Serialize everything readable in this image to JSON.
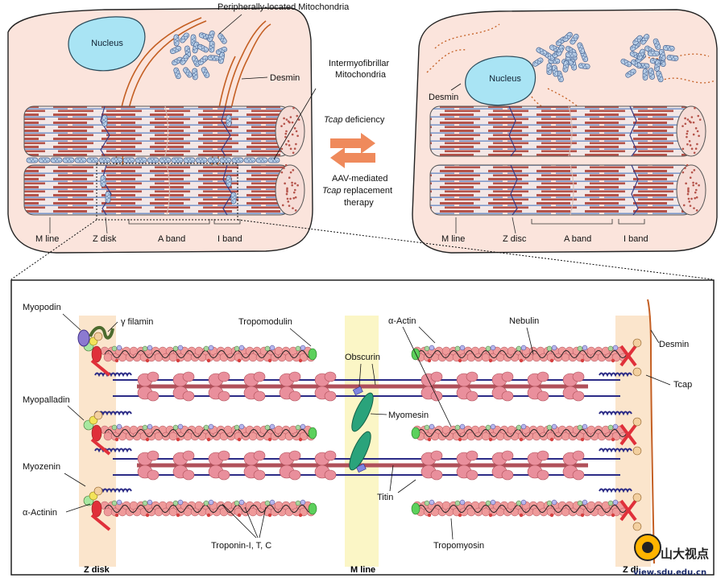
{
  "left_cell": {
    "labels": {
      "peripheral_mito": "Peripherally-located Mitochondria",
      "nucleus": "Nucleus",
      "desmin": "Desmin",
      "intermyo_1": "Intermyofibrillar",
      "intermyo_2": "Mitochondria",
      "m_line": "M line",
      "z_disk": "Z disk",
      "a_band": "A band",
      "i_band": "I band"
    }
  },
  "right_cell": {
    "labels": {
      "nucleus": "Nucleus",
      "desmin": "Desmin",
      "m_line": "M line",
      "z_disc": "Z disc",
      "a_band": "A band",
      "i_band": "I band"
    }
  },
  "arrows": {
    "forward_gene": "Tcap",
    "forward_rest": " deficiency",
    "back_line1": "AAV-mediated",
    "back_gene": "Tcap",
    "back_rest": " replacement",
    "back_line3": "therapy",
    "color": "#ef8a5c"
  },
  "detail": {
    "labels": {
      "myopodin": "Myopodin",
      "gamma_filamin": "γ filamin",
      "tropomodulin": "Tropomodulin",
      "alpha_actin": "α-Actin",
      "nebulin": "Nebulin",
      "desmin": "Desmin",
      "obscurin": "Obscurin",
      "tcap": "Tcap",
      "myopalladin": "Myopalladin",
      "myomesin": "Myomesin",
      "myozenin": "Myozenin",
      "titin": "Titin",
      "alpha_actinin": "α-Actinin",
      "troponin": "Troponin-I, T, C",
      "tropomyosin": "Tropomyosin",
      "z_disk_left": "Z disk",
      "m_line": "M line",
      "z_disk_right": "Z di"
    }
  },
  "watermark": {
    "text": "山大视点",
    "url": "view.sdu.edu.cn"
  },
  "colors": {
    "cell_fill": "#fbe4dc",
    "nucleus": "#a9e4f4",
    "mito": "#b9cfe8",
    "sarcomere_red": "#b5534a",
    "zband": "#fbe5cc",
    "mline": "#fbf6c6",
    "myosin": "#e98f9c",
    "titin": "#2b2b86",
    "myomesin": "#2aa37b",
    "desmin": "#c45f23"
  }
}
